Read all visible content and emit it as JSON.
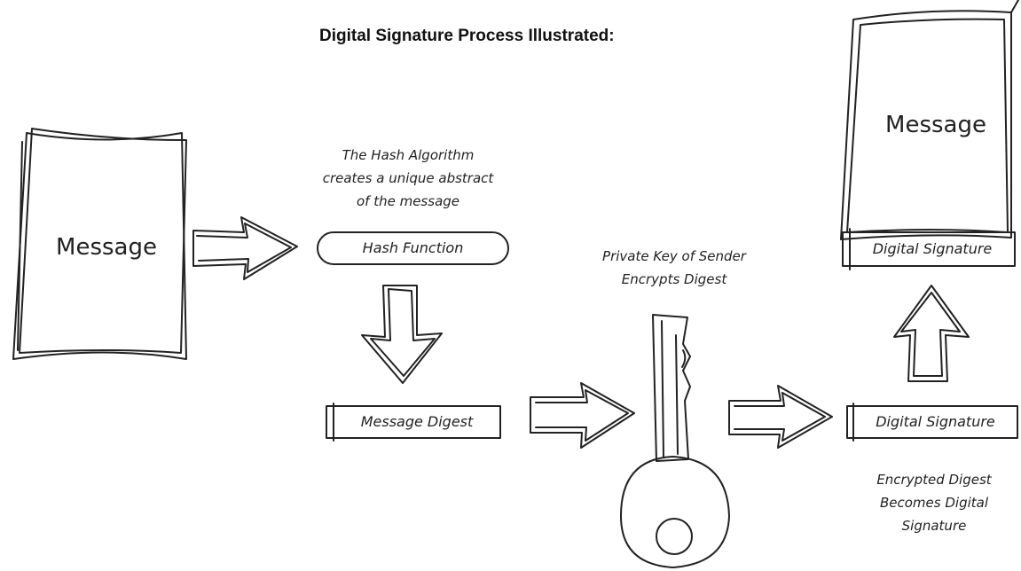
{
  "title": "Digital Signature Process Illustrated:",
  "nodes": {
    "message_left": "Message",
    "hash_function": "Hash Function",
    "message_digest": "Message Digest",
    "message_right": "Message",
    "signature_attached": "Digital Signature",
    "signature_result": "Digital Signature"
  },
  "notes": {
    "hash_note": [
      "The Hash Algorithm",
      "creates a unique abstract",
      "of the message"
    ],
    "key_note": [
      "Private Key of Sender",
      "Encrypts Digest"
    ],
    "signature_note": [
      "Encrypted Digest",
      "Becomes Digital",
      "Signature"
    ]
  },
  "icons": [
    "document-icon",
    "arrow-icon",
    "key-icon"
  ],
  "colors": {
    "stroke": "#222222",
    "background": "#ffffff"
  }
}
